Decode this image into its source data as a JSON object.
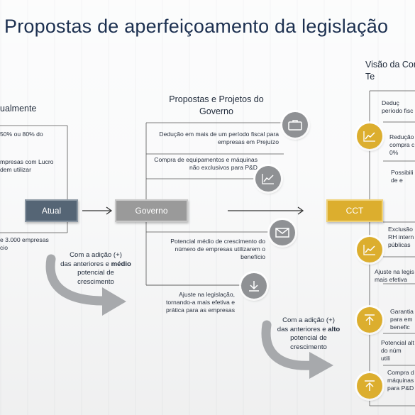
{
  "title": "Propostas de aperfeiçoamento da legislação",
  "columns": {
    "atual": {
      "heading": "ualmente",
      "items": [
        "50% ou 80% do",
        "mpresas com Lucro\ndem utilizar",
        "e 3.000 empresas\ncio"
      ],
      "box_label": "Atual"
    },
    "governo": {
      "heading": "Propostas e Projetos do\nGoverno",
      "items": [
        "Dedução em mais de um período fiscal para\nempresas em Prejuízo",
        "Compra de equipamentos e máquinas\nnão exclusivos para P&D",
        "Potencial médio de crescimento do\nnúmero de empresas utilizarem o\nbenefício",
        "Ajuste na legislação,\ntornando-a mais efetiva e\nprática para as empresas"
      ],
      "box_label": "Governo",
      "icons": [
        "briefcase-icon",
        "chart-icon",
        "envelope-icon",
        "download-icon"
      ]
    },
    "cct": {
      "heading": "Visão da Com\nTe",
      "items": [
        "Deduç\nperíodo fisc",
        "Redução\ncompra c\n0%",
        "Possibili\nde e",
        "Exclusão\nRH intern\npúblicas",
        "Ajuste na legis\nmais efetiva",
        "Garantia\npara em\nbenefic",
        "Potencial alt\ndo núm\nutili",
        "Compra d\nmáquinas\npara P&D"
      ],
      "box_label": "CCT",
      "icons": [
        "chart-icon",
        "chart-icon",
        "arrow-up-icon",
        "arrow-up-icon"
      ]
    }
  },
  "additions": {
    "medio": {
      "line1": "Com a adição (+)",
      "line2_prefix": "das anteriores e ",
      "line2_bold": "médio",
      "line3": "potencial de",
      "line4": "crescimento"
    },
    "alto": {
      "line1": "Com a adição (+)",
      "line2_prefix": "das anteriores e ",
      "line2_bold": "alto",
      "line3": "potencial de",
      "line4": "crescimento"
    }
  },
  "colors": {
    "navy": "#1c3050",
    "gold": "#dcae2e",
    "grey": "#8f9194",
    "slate": "#556575"
  }
}
